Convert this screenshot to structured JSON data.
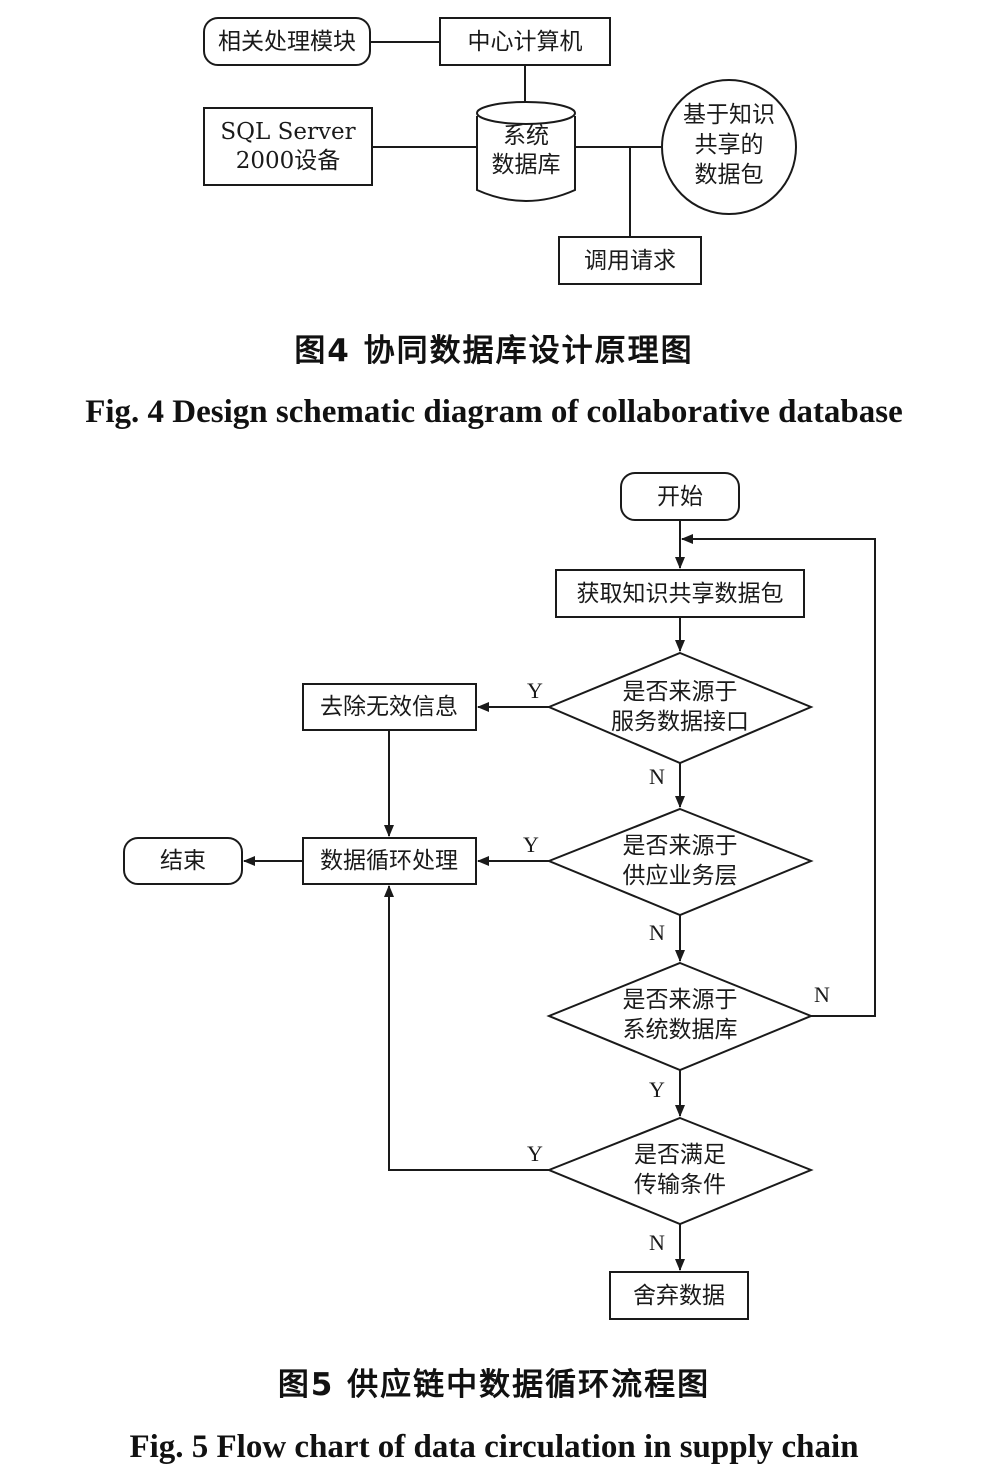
{
  "fig4": {
    "nodes": {
      "module": "相关处理模块",
      "center": "中心计算机",
      "sql": [
        "SQL Server",
        "2000设备"
      ],
      "db": [
        "系统",
        "数据库"
      ],
      "pkg": [
        "基于知识",
        "共享的",
        "数据包"
      ],
      "call": "调用请求"
    },
    "caption_cn": "图4  协同数据库设计原理图",
    "caption_en": "Fig. 4  Design schematic diagram of collaborative database"
  },
  "fig5": {
    "nodes": {
      "start": "开始",
      "get": "获取知识共享数据包",
      "d1": [
        "是否来源于",
        "服务数据接口"
      ],
      "remove": "去除无效信息",
      "d2": [
        "是否来源于",
        "供应业务层"
      ],
      "loop": "数据循环处理",
      "end": "结束",
      "d3": [
        "是否来源于",
        "系统数据库"
      ],
      "d4": [
        "是否满足",
        "传输条件"
      ],
      "discard": "舍弃数据"
    },
    "labels": {
      "y1": "Y",
      "n1": "N",
      "y2": "Y",
      "n2": "N",
      "n3": "N",
      "y3": "Y",
      "y4": "Y",
      "n4": "N"
    },
    "caption_cn": "图5  供应链中数据循环流程图",
    "caption_en": "Fig. 5  Flow chart of data circulation in supply chain"
  }
}
